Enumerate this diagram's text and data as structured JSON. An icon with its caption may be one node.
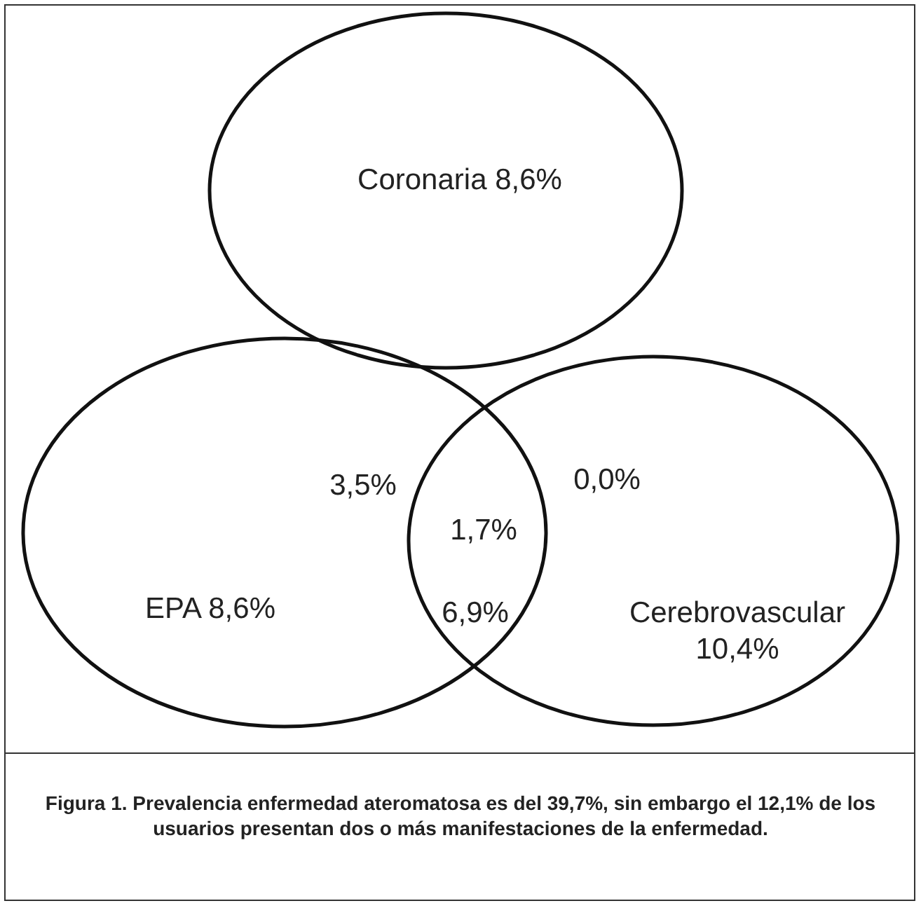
{
  "diagram": {
    "nodes": [
      {
        "text": [
          "Coronaria 8,6%"
        ]
      },
      {
        "text": [
          "EPA 8,6%"
        ]
      },
      {
        "text": [
          "Cerebrovascular 10,4%"
        ]
      }
    ],
    "labels": [
      "3,5%",
      "0,0%",
      "1,7%",
      "6,9%"
    ],
    "caption": "Figura 1. Prevalencia enfermedad ateromatosa es del 39,7%, sin embargo el 12,1% de los usuarios presentan dos o más manifestaciones de la enfermedad."
  }
}
